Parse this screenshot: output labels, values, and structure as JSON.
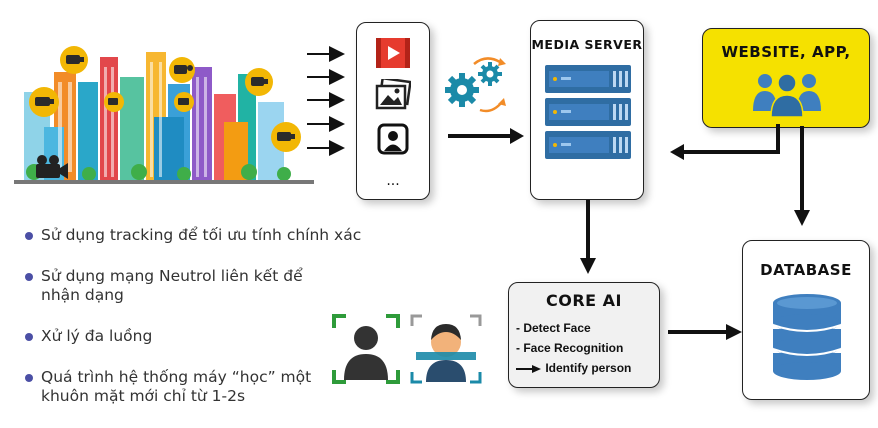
{
  "media_server": {
    "title": "MEDIA SERVER"
  },
  "website": {
    "title": "WEBSITE, APP,"
  },
  "database": {
    "title": "DATABASE"
  },
  "core_ai": {
    "title": "CORE AI",
    "lines": [
      "- Detect Face",
      "- Face Recognition",
      "Identify person"
    ]
  },
  "media_box": {
    "more": "..."
  },
  "bullets": [
    "Sử dụng tracking để tối ưu tính chính xác",
    "Sử dụng mạng Neutrol liên kết để nhận dạng",
    "Xử lý đa luồng",
    "Quá trình hệ thống máy “học” một khuôn mặt mới chỉ từ 1-2s"
  ],
  "colors": {
    "yellow": "#f5e100",
    "blue": "#3f7fbf",
    "teal": "#1b8aa8",
    "gold": "#f2b705",
    "bullet": "#4b4fa5"
  }
}
